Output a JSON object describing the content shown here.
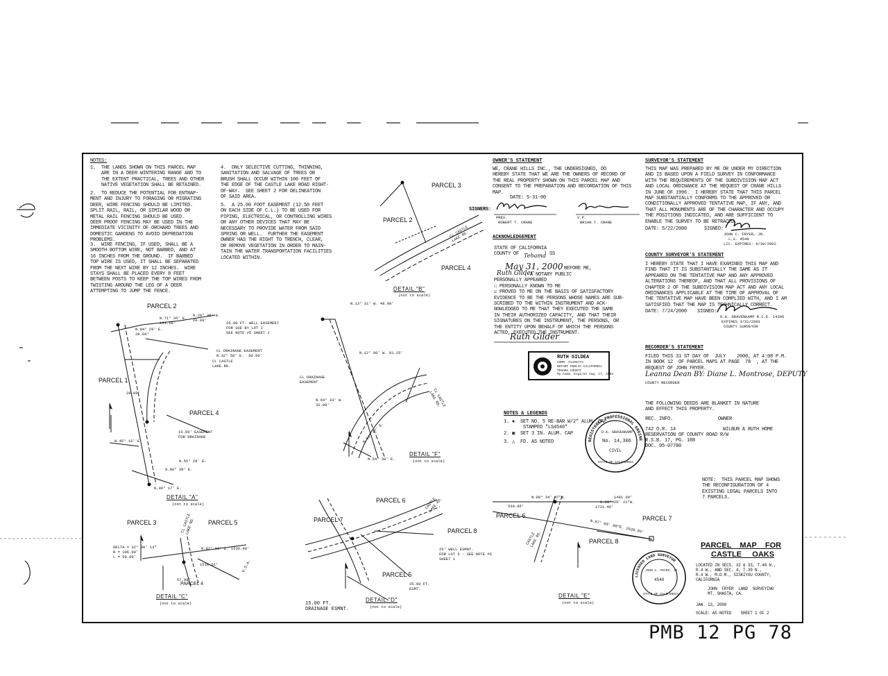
{
  "notes": {
    "heading": "NOTES:",
    "n1": "1.  THE LANDS SHOWN ON THIS PARCEL MAP\n    ARE IN A DEER WINTERING RANGE AND TO\n    THE EXTENT PRACTICAL, TREES AND OTHER\n    NATIVE VEGETATION SHALL BE RETAINED.",
    "n2": "2.  TO REDUCE THE POTENTIAL FOR ENTRAP-\nMENT AND INJURY TO FORAGING OR MIGRATING\nDEER, WIRE FENCING SHOULD BE LIMITED.\nSPLIT RAIL, RAIL, OR SIMILAR WOOD OR\nMETAL RAIL FENCING SHOULD BE USED.\nDEER PROOF FENCING MAY BE USED IN THE\nIMMEDIATE VICINITY OF ORCHARD TREES AND\nDOMESTIC GARDENS TO AVOID DEPREDATION\nPROBLEMS.",
    "n3": "3.  WIRE FENCING, IF USED, SHALL BE A\nSMOOTH BOTTOM WIRE, NOT BARBED, AND AT\n16 INCHES FROM THE GROUND.  IF BARBED\nTOP WIRE IS USED, IT SHALL BE SEPARATED\nFROM THE NEXT WIRE BY 12 INCHES.  WIRE\nSTAYS SHALL BE PLACED EVERY 8 FEET\nBETWEEN POSTS TO KEEP THE TOP WIRES FROM\nTWISTING AROUND THE LEG OF A DEER\nATTEMPTING TO JUMP THE FENCE.",
    "n4": "4.  ONLY SELECTIVE CUTTING, THINNING,\nSANITATION AND SALVAGE OF TREES OR\nBRUSH SHALL OCCUR WITHIN 100 FEET OF\nTHE EDGE OF THE CASTLE LAKE ROAD RIGHT-\nOF-WAY.  SEE SHEET 2 FOR DELINEATION\nOF SAID AREA.",
    "n5": "5.  A 25.00 FOOT EASEMENT (12.50 FEET\nON EACH SIDE OF C.L.) TO BE USED FOR\nPIPING, ELECTRICAL, OR CONTROLLING WIRES\nOR ANY OTHER DEVICES THAT MAY BE\nNECESSARY TO PROVIDE WATER FROM SAID\nSPRING OR WELL.  FURTHER THE EASEMENT\nOWNER HAS THE RIGHT TO TRENCH, CLEAR,\nOR REMOVE VEGETATION IN ORDER TO MAIN-\nTAIN THE WATER TRANSPORTATION FACILITIES\nLOCATED WITHIN."
  },
  "owners": {
    "heading": "OWNER'S STATEMENT",
    "body": "WE, CRANE HILLS INC., THE UNDERSIGNED, DO\nHEREBY STATE THAT WE ARE THE OWNERS OF RECORD OF\nTHE REAL PROPERTY SHOWN ON THIS PARCEL MAP AND\nCONSENT TO THE PREPARATION AND RECORDATION OF THIS\nMAP.",
    "date": "DATE: 5-31-00",
    "signers_label": "SIGNERS:",
    "signer1_title": "PRES.",
    "signer1_name": "ROBERT T. CRANE",
    "signer2_title": "V.P.",
    "signer2_name": "BRIAN T. CRANE"
  },
  "acknowledgement": {
    "heading": "ACKNOWLEDGEMENT",
    "state": "STATE OF CALIFORNIA",
    "county": "COUNTY OF         ) SS",
    "county_hand": "Tehama",
    "date_hand": "May 31, 2000",
    "before_me": ", BEFORE ME,",
    "notary_name": "Ruth Gilder",
    "body": "           , A NOTARY PUBLIC\nPERSONALLY APPEARED\n☐ PERSONALLY KNOWN TO ME\n☑ PROVED TO ME ON THE BASIS OF SATISFACTORY\nEVIDENCE TO BE THE PERSONS WHOSE NAMES ARE SUB-\nSCRIBED TO THE WITHIN INSTRUMENT AND ACK-\nNOWLEDGED TO ME THAT THEY EXECUTED THE SAME\nIN THEIR AUTHORIZED CAPACITY, AND THAT THEIR\nSIGNATURES ON THE INSTRUMENT, THE PERSONS, OR\nTHE ENTITY UPON BEHALF OF WHICH THE PERSONS\nACTED, EXECUTED THE INSTRUMENT.",
    "notary_signature": "Ruth Gilder"
  },
  "notary_seal": {
    "name": "RUTH GILDEA",
    "lines": "COMM. #1188774\nNOTARY PUBLIC-CALIFORNIA\nTEHAMA COUNTY\nMy Comm. Expires Aug. 17, 2002"
  },
  "surveyors": {
    "heading": "SURVEYOR'S STATEMENT",
    "body": "THIS MAP WAS PREPARED BY ME OR UNDER MY DIRECTION\nAND IS BASED UPON A FIELD SURVEY IN CONFORMANCE\nWITH THE REQUIREMENTS OF THE SUBDIVISION MAP ACT\nAND LOCAL ORDINANCE AT THE REQUEST OF CRANE HILLS\nIN JUNE OF 1996.  I HEREBY STATE THAT THIS PARCEL\nMAP SUBSTANTIALLY CONFORMS TO THE APPROVED OR\nCONDITIONALLY APPROVED TENTATIVE MAP, IF ANY, AND\nTHAT ALL MONUMENTS ARE OF THE CHARACTER AND OCCUPY\nTHE POSITIONS INDICATED, AND ARE SUFFICIENT TO\nENABLE THE SURVEY TO BE RETRACED.",
    "date": "DATE: 5/22/2000",
    "signed": "SIGNED:",
    "name": "JOHN C. FRYER, JR.",
    "ls": "L.S. 4540",
    "lic": "LIC. EXPIRES: 9/30/2002"
  },
  "county_surveyor": {
    "heading": "COUNTY SURVEYOR'S STATEMENT",
    "body": "I HEREBY STATE THAT I HAVE EXAMINED THIS MAP AND\nFIND THAT IT IS SUBSTANTIALLY THE SAME AS IT\nAPPEARED ON THE TENTATIVE MAP AND ANY APPROVED\nALTERATIONS THEREOF, AND THAT ALL PROVISIONS OF\nCHAPTER 2 OF THE SUBDIVISION MAP ACT AND ANY LOCAL\nORDINANCES APPLICABLE AT THE TIME OF APPROVAL OF\nTHE TENTATIVE MAP HAVE BEEN COMPLIED WITH, AND I AM\nSATISFIED THAT THE MAP IS TECHNICALLY CORRECT.",
    "date": "DATE: 7/24/2000",
    "signed": "SIGNED:",
    "name": "D.A. GRAVENKAMP  R.C.E. 14306",
    "expires": "EXPIRES 3/31/2001",
    "title": "COUNTY SURVEYOR"
  },
  "recorder": {
    "heading": "RECORDER'S STATEMENT",
    "body": "FILED THIS 31 ST DAY OF  JULY    2000, AT 4:08 P.M.\nIN BOOK 12  OF PARCEL MAPS AT PAGE  78  , AT THE\nREQUEST OF JOHN FRYER.",
    "signature": "Leanna Dean  BY: Diane L. Montrose, DEPUTY",
    "title": "COUNTY RECORDER"
  },
  "deeds": {
    "intro": "THE FOLLOWING DEEDS ARE BLANKET IN NATURE\nAND EFFECT THIS PROPERTY.",
    "col1": "REC. INFO.",
    "col2": "OWNER",
    "row1": "742 O.R. 14                 WILBUR & RUTH HOME",
    "row2": "RESERVATION OF COUNTY ROAD R/W",
    "row3": "R.S.B. 17, PG. 188",
    "row4": "DOC. 95-07780"
  },
  "note_parcels": "NOTE:  THIS PARCEL MAP SHOWS\nTHE RECONFIGURATION OF 4\nEXISTING LEGAL PARCELS INTO\n7 PARCELS.",
  "legend": {
    "heading": "NOTES & LEGENDS",
    "l1": "1. ●  SET NO. 5 RE-BAR W/2\" ALUM. CAP\n       STAMPED \"LS4540\"",
    "l2": "2. ▣  SET 3 IN. ALUM. CAP",
    "l3": "3. △  FD. AS NOTED"
  },
  "pls_seal": {
    "ring": "REGISTERED PROFESSIONAL ENGINEER",
    "name": "D.A. GRAVENKAMP",
    "num": "No. 14,306",
    "civil": "CIVIL",
    "state": "STATE OF CALIFORNIA"
  },
  "ls_seal": {
    "ring": "LICENSED LAND SURVEYOR",
    "name": "JOHN C. FRYER, JR.",
    "num": "4540",
    "state": "STATE OF CALIFORNIA"
  },
  "title_block": {
    "line1": "PARCEL    MAP    FOR",
    "line2": "CASTLE     OAKS",
    "loc": "LOCATED IN SECS. 32 & 33, T.40 N.,\nR.4 W., AND SEC. 4, T.39 N.,\nR.4 W., M.D.M., SISKIYOU COUNTY,\nCALIFORNIA",
    "firm": "JOHN  FRYER  LAND  SURVEYING\nMT. SHASTA, CA.",
    "date": "JAN. 13, 2000",
    "scale": "SCALE: AS NOTED    SHEET 1 OF 2"
  },
  "book_page": "PMB 12 PG 78",
  "details": {
    "A": "DETAIL \"A\"",
    "B": "DETAIL \"B\"",
    "C": "DETAIL \"C\"",
    "D": "DETAIL \"D\"",
    "E": "DETAIL \"E\"",
    "F": "DETAIL \"F\"",
    "nts": "(not  to  scale)"
  },
  "drawing": {
    "b_parcel3": "PARCEL  3",
    "b_parcel2": "PARCEL  2",
    "b_parcel4": "PARCEL  4",
    "b_castle": "CL CASTLE\nLAKE RD.",
    "a_parcel2": "PARCEL  2",
    "a_parcel1": "PARCEL  1",
    "a_parcel4": "PARCEL  4",
    "a_b1": "N.29° 36' E.\n20.00'",
    "a_b2": "N.71° 35' E.\n133.58'",
    "a_b3": "N.84° 28' E.\n28.60'",
    "a_well": "25.00 FT. WELL EASEMENT\nFOR USE BY LOT 1\nSEE NOTE #5 SHEET 1",
    "a_drain": "CL DRAINAGE EASEMENT\nN.32° 58' E.  80.00'",
    "a_castle": "CL CASTLE\nLAKE RD.",
    "a_drain2": "15.00' EASEMENT\nFOR DRAINAGE",
    "a_d1": "28.85'",
    "a_d2": "N.45° 16' E.",
    "a_d3": "N.55° 28' E.",
    "a_d4": "N.89° 39' E.",
    "a_d5": "N.46° 17' E.",
    "f_b1": "N.13° 31' W. 48.90'",
    "f_b2": "N.12° 00' W. 81.25'",
    "f_drain": "CL DRAINAGE\nEASEMENT",
    "f_b3": "N.64° 33' W.\n32.00'",
    "f_castle": "CL CASTLE\nLAKE RD.",
    "f_b4": "N.54° 47' E.",
    "f_b5": "N.54° 30' E.",
    "c_parcel3": "PARCEL  3",
    "c_parcel5": "PARCEL  5",
    "c_parcel4": "PARCEL  4",
    "c_curve": "DELTA = 32° 00' 13\"\nR = 106.00'\nL = 59.80'",
    "c_b1": "N.82° 00' E.  1536.48'",
    "c_b2": "1510.51'",
    "c_b3": "57.98'",
    "c_castle": "CL CASTLE\nLAKE RD.",
    "c_usa": "U.S.A.",
    "d_parcel6": "PARCEL  6",
    "d_parcel7": "PARCEL  7",
    "d_parcel5": "PARCEL  5",
    "d_parcel8": "PARCEL  8",
    "d_castle": "CASTLE\nLAKE RD.",
    "d_well": "25' WELL ESMNT.\nFOR LOT 5 - SEE NOTE #5\nSHEET 1",
    "d_drain": "15.00 FT.\nDRAINAGE ESMNT.",
    "d_easmt": "25.00 FT.\nESMT.",
    "e_parcel6": "PARCEL  6",
    "e_parcel7": "PARCEL  7",
    "e_parcel8": "PARCEL  8",
    "e_b1": "N.89° 34' 47\"W.",
    "e_b2": "N.89° 25' 21\"W.",
    "e_d1": "530.85'",
    "e_d2": "1481.09'",
    "e_d3": "1721.46'",
    "e_castle": "CASTLE\nLAKE RD.",
    "e_b3": "N.87° 00' 00\"E.  2620.85'"
  }
}
